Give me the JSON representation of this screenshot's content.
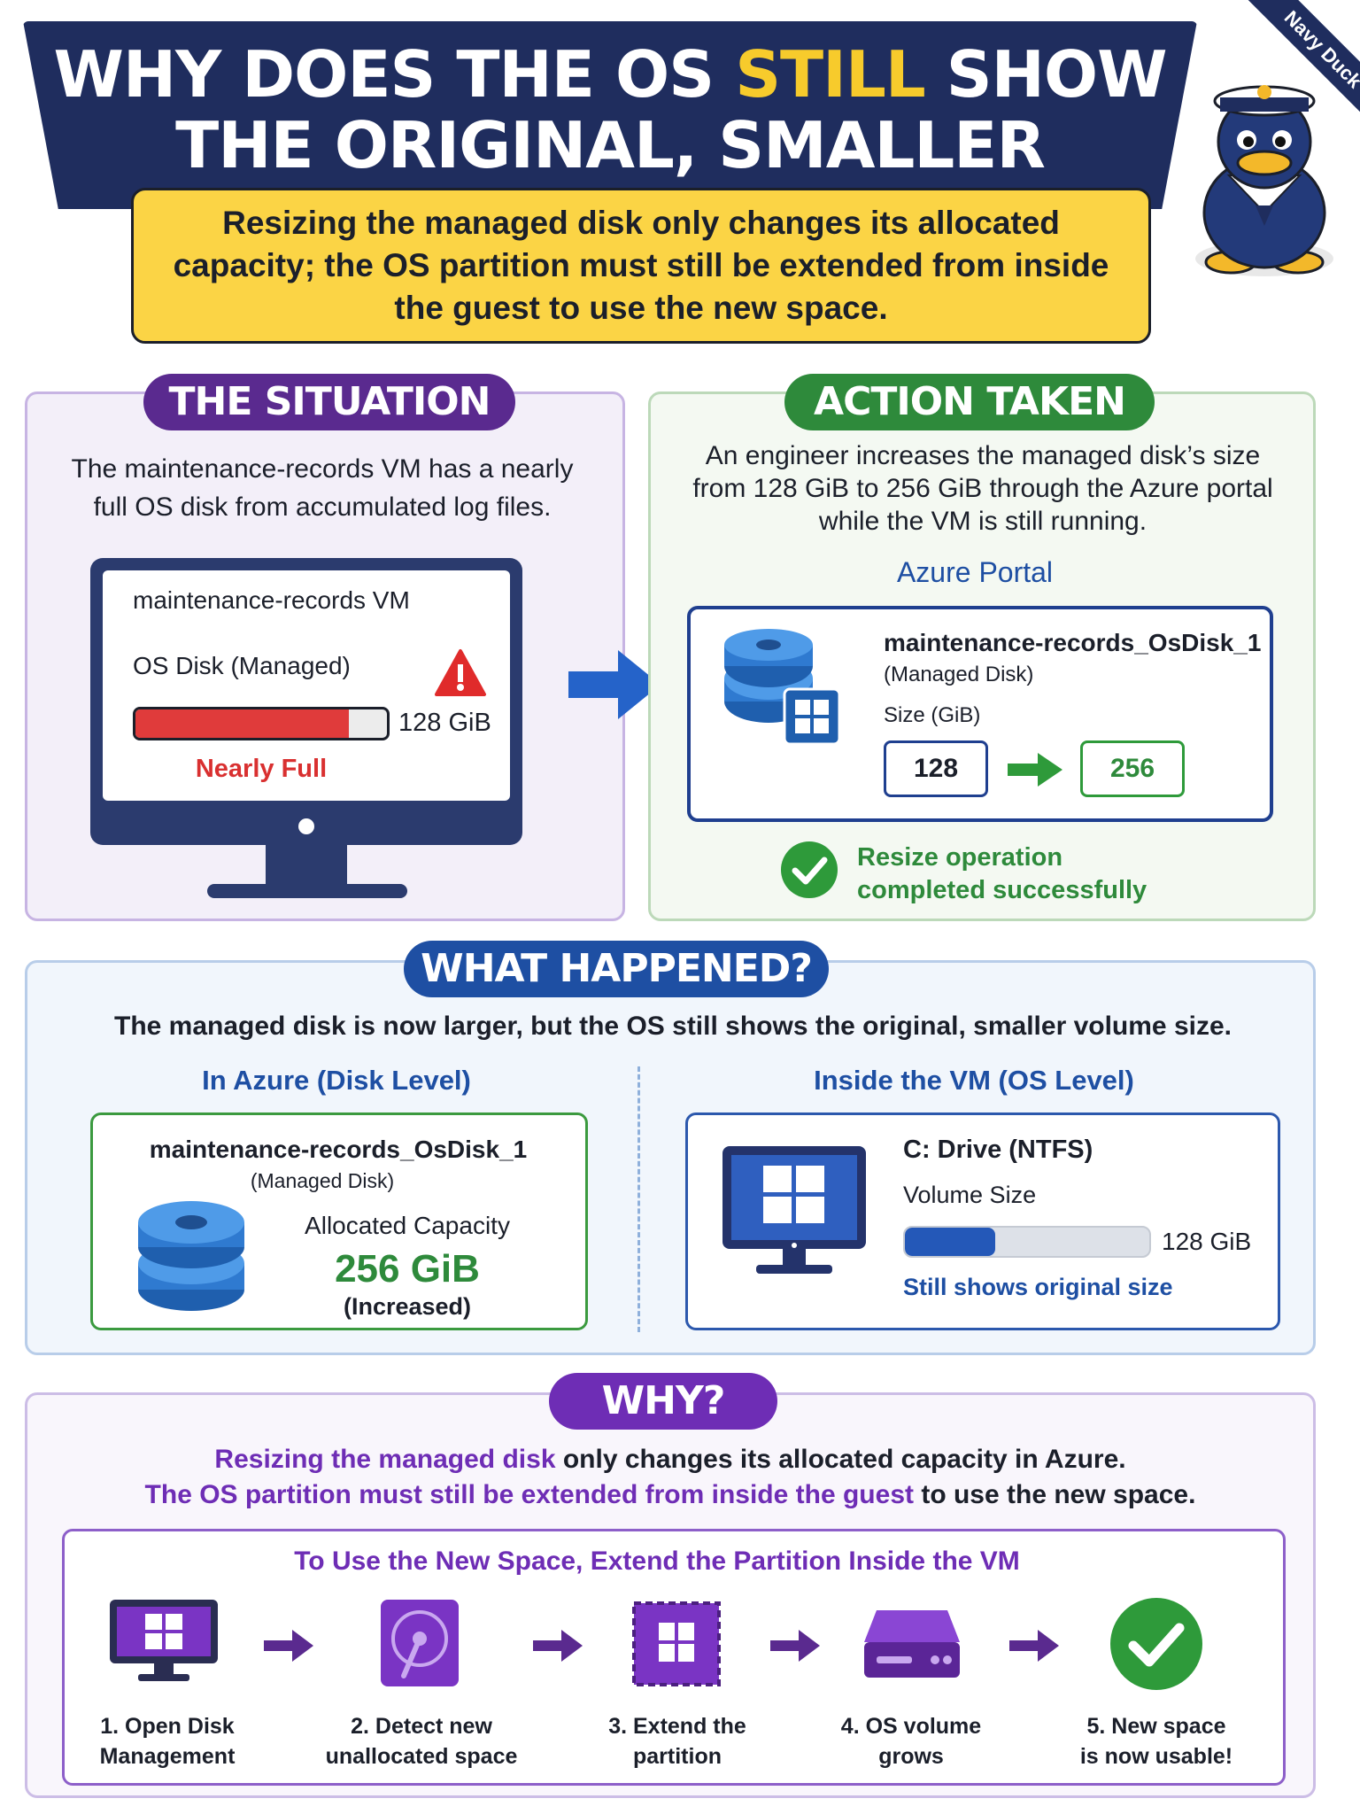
{
  "header": {
    "title_line1_a": "WHY DOES THE OS ",
    "title_line1_highlight": "STILL",
    "title_line1_b": " SHOW",
    "title_line2": "THE ORIGINAL, SMALLER VOLUME SIZE?",
    "subtitle": "Resizing the managed disk only changes its allocated capacity; the OS partition must still be extended from inside the guest to use the new space.",
    "ribbon": "Navy Duck",
    "colors": {
      "banner": "#1f2d5e",
      "highlight": "#f7cb2c",
      "subtitle_bg": "#fbd445"
    }
  },
  "situation": {
    "heading": "THE SITUATION",
    "description": "The maintenance-records VM has a nearly full OS disk from accumulated log files.",
    "vm_name": "maintenance-records VM",
    "disk_label": "OS Disk (Managed)",
    "disk_size": "128 GiB",
    "disk_fill_fraction": 0.85,
    "status": "Nearly Full",
    "warning_icon": "warning-icon"
  },
  "action": {
    "heading": "ACTION TAKEN",
    "description": "An engineer increases the managed disk’s size from 128 GiB to 256 GiB through the Azure portal while the VM is still running.",
    "portal_label": "Azure Portal",
    "disk_name": "maintenance-records_OsDisk_1",
    "disk_type": "(Managed Disk)",
    "size_label": "Size (GiB)",
    "old_size": "128",
    "new_size": "256",
    "result_line1": "Resize operation",
    "result_line2": "completed successfully"
  },
  "happened": {
    "heading": "WHAT HAPPENED?",
    "summary": "The managed disk is now larger, but the OS still shows the original, smaller volume size.",
    "azure": {
      "heading": "In Azure (Disk Level)",
      "disk_name": "maintenance-records_OsDisk_1",
      "disk_type": "(Managed Disk)",
      "capacity_label": "Allocated Capacity",
      "capacity_value": "256 GiB",
      "capacity_note": "(Increased)"
    },
    "vm": {
      "heading": "Inside the VM (OS Level)",
      "drive": "C: Drive (NTFS)",
      "volume_label": "Volume Size",
      "volume_size": "128 GiB",
      "volume_fill_fraction": 0.37,
      "note": "Still shows original size"
    }
  },
  "why": {
    "heading": "WHY?",
    "line1_hl": "Resizing the managed disk",
    "line1_rest": " only changes its allocated capacity in Azure.",
    "line2_hl_a": "The OS partition must still be extended from inside the guest",
    "line2_rest": " to use the new space.",
    "steps_heading": "To Use the New Space, Extend the Partition Inside the VM",
    "steps": [
      {
        "line1": "1. Open Disk",
        "line2": "Management",
        "icon": "monitor-windows-icon"
      },
      {
        "line1": "2. Detect new",
        "line2": "unallocated space",
        "icon": "hard-drive-icon"
      },
      {
        "line1": "3. Extend the",
        "line2": "partition",
        "icon": "partition-icon"
      },
      {
        "line1": "4. OS volume",
        "line2": "grows",
        "icon": "drive-icon"
      },
      {
        "line1": "5. New space",
        "line2": "is now usable!",
        "icon": "check-circle-icon"
      }
    ]
  }
}
